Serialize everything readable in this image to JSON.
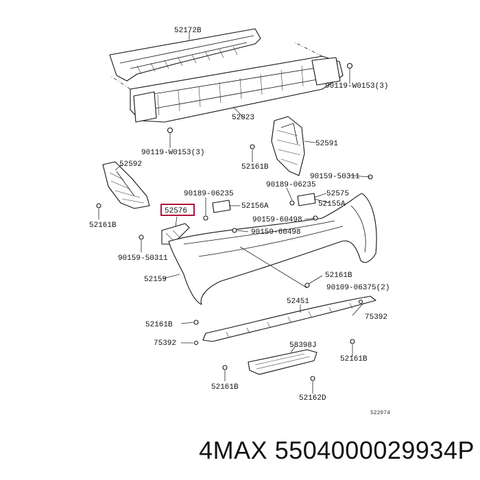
{
  "diagram": {
    "drawing_code": "522074",
    "highlighted_part": "52576",
    "labels": {
      "l_52172b": "52172B",
      "l_90119_w0153_top": "90119-W0153(3)",
      "l_52023": "52023",
      "l_52591": "52591",
      "l_90119_w0153_left": "90119-W0153(3)",
      "l_52161b_1": "52161B",
      "l_52592": "52592",
      "l_90159_50311_r": "90159-50311",
      "l_90189_06235_l": "90189-06235",
      "l_90189_06235_r": "90189-06235",
      "l_52575": "52575",
      "l_52161b_2": "52161B",
      "l_52576": "52576",
      "l_52156a": "52156A",
      "l_52155a": "52155A",
      "l_90159_60498_a": "90159-60498",
      "l_90159_60498_b": "90159-60498",
      "l_90159_50311_l": "90159-50311",
      "l_52161b_3": "52161B",
      "l_90109_06375": "90109-06375(2)",
      "l_52159": "52159",
      "l_52451": "52451",
      "l_75392_r": "75392",
      "l_52161b_4": "52161B",
      "l_75392_l": "75392",
      "l_58398j": "58398J",
      "l_52161b_5": "52161B",
      "l_52161b_6": "52161B",
      "l_52162d": "52162D"
    }
  },
  "footer": {
    "brand": "4MAX",
    "part_number": "5504000029934P"
  }
}
